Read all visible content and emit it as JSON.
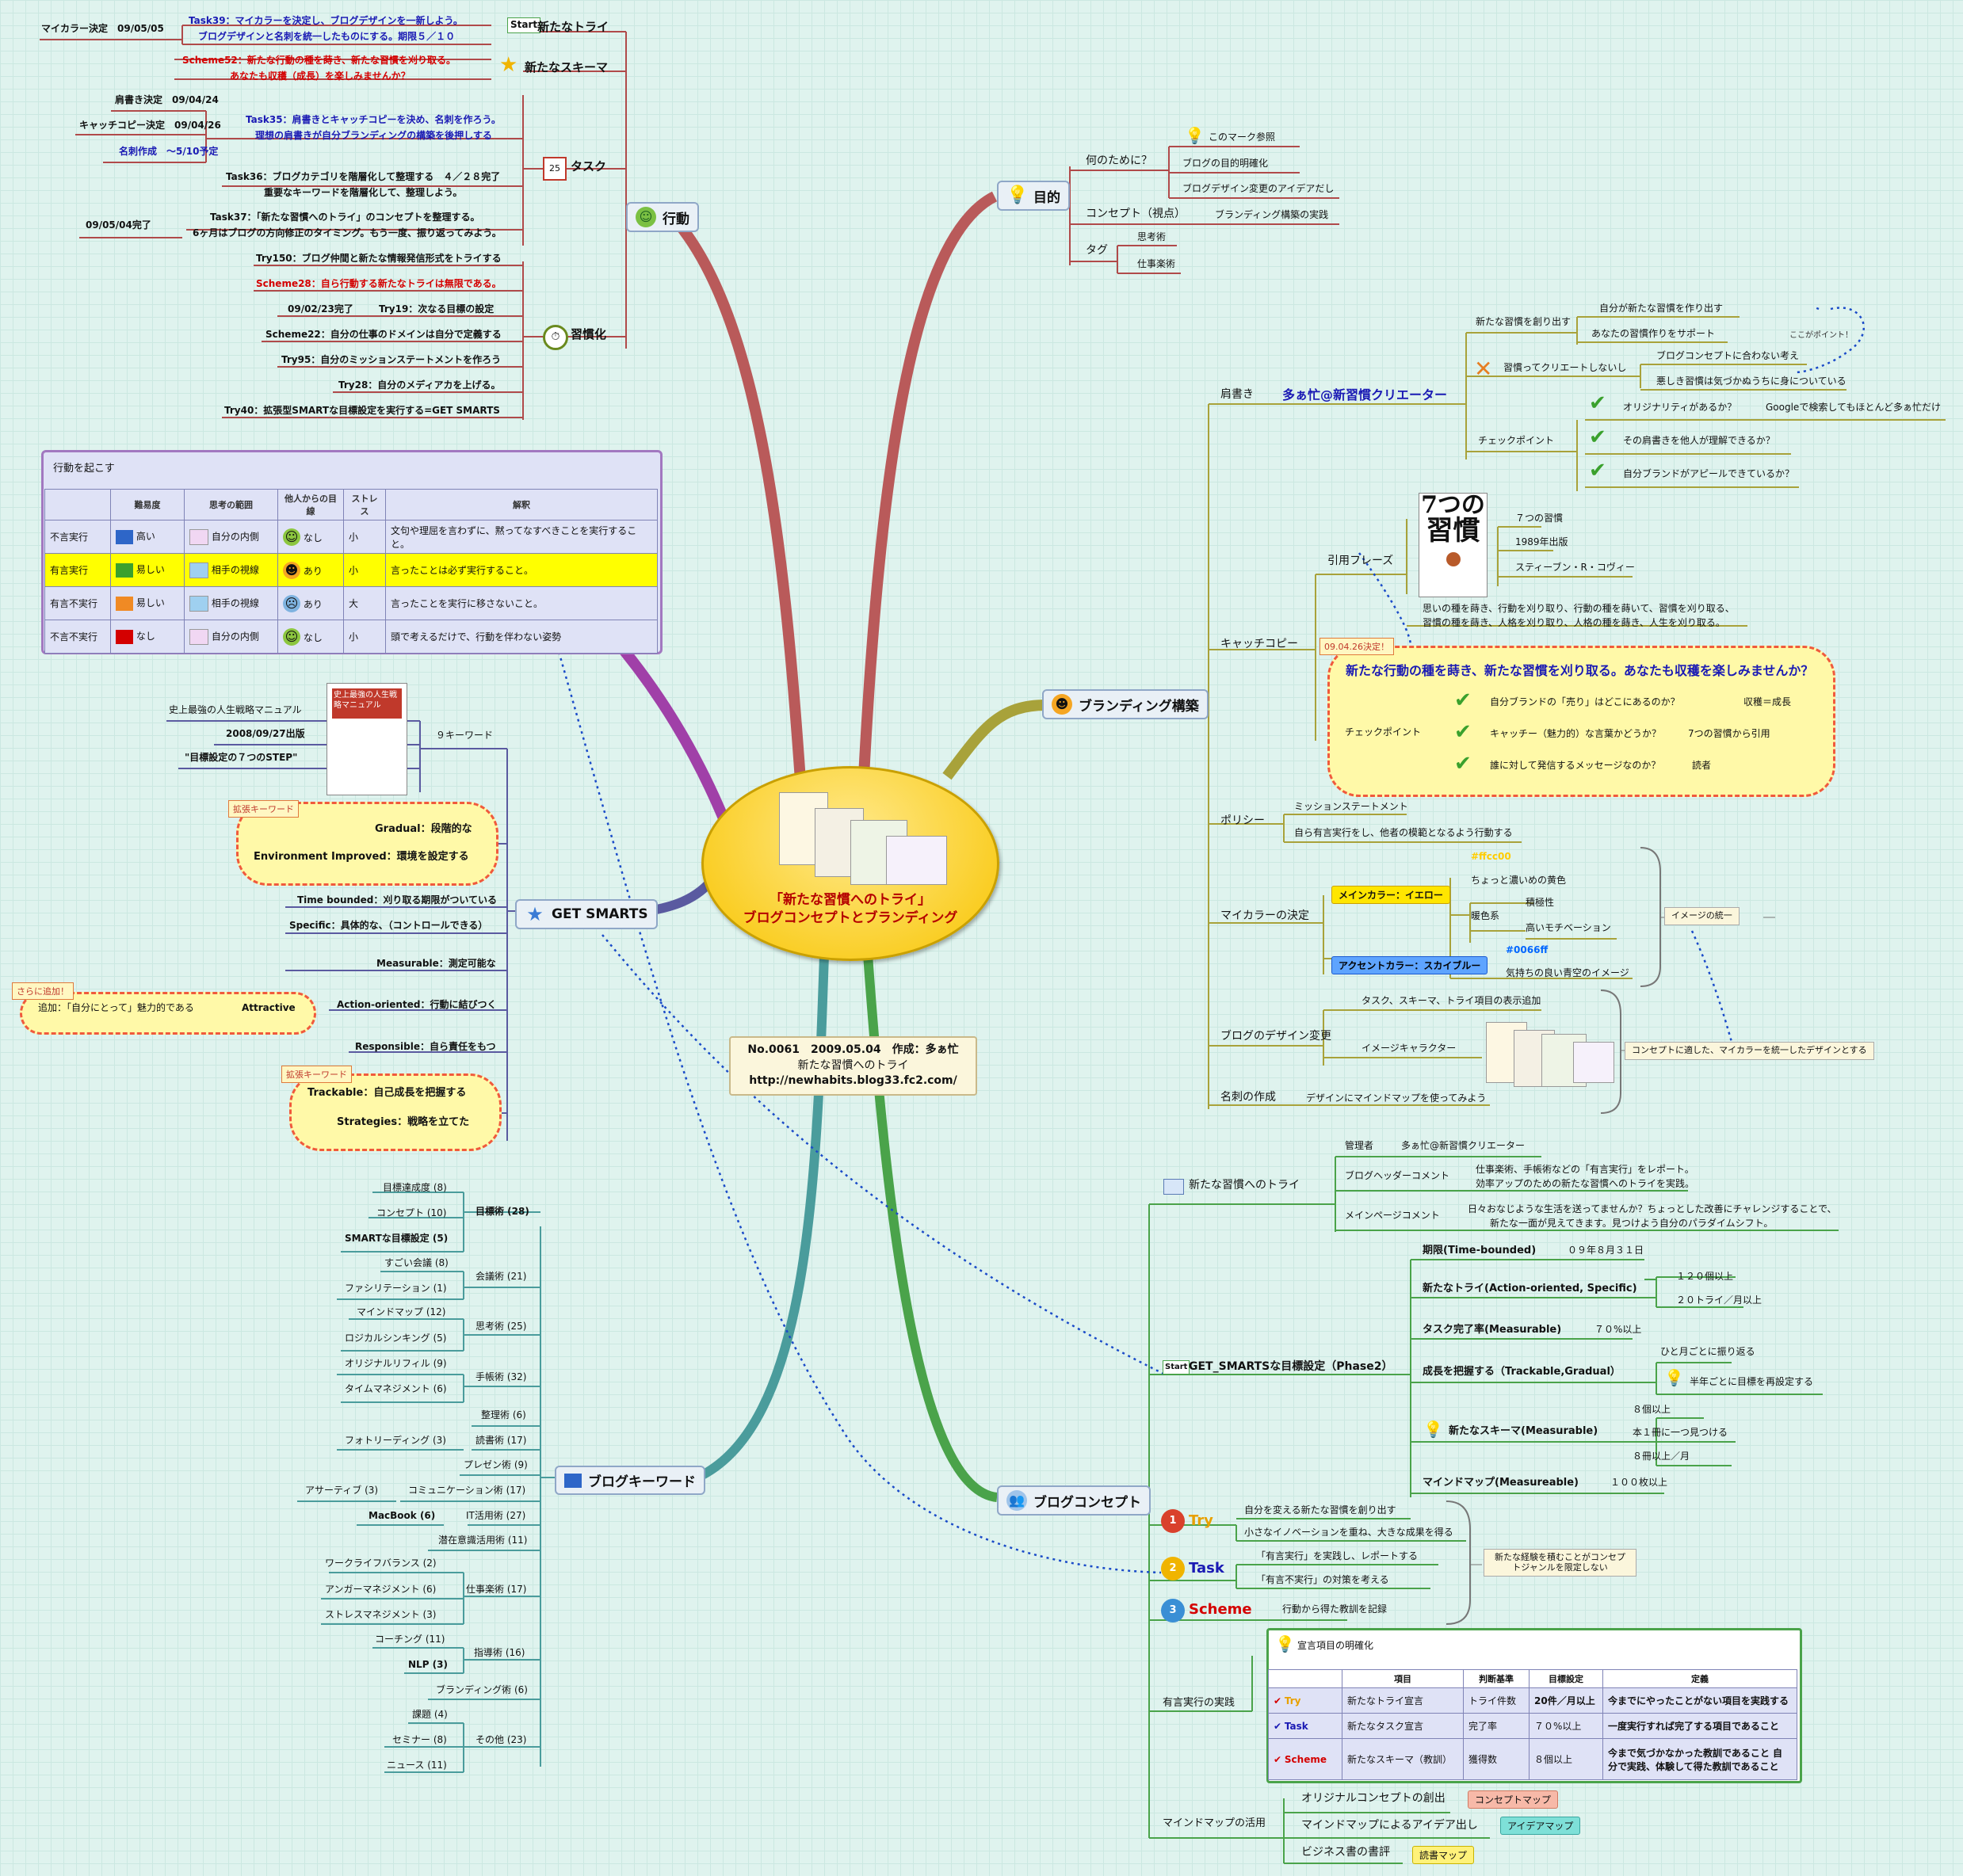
{
  "center": {
    "title_line1": "「新たな習慣へのトライ」",
    "title_line2": "ブログコンセプトとブランディング"
  },
  "info_box": {
    "line1": "No.0061　2009.05.04　作成：多ぁ忙",
    "line2": "新たな習慣へのトライ",
    "line3": "http://newhabits.blog33.fc2.com/"
  },
  "action": {
    "label": "行動",
    "new_try": {
      "label": "新たなトライ",
      "start": "Start",
      "task39_line1": "Task39：マイカラーを決定し、ブログデザインを一新しよう。",
      "task39_line2": "ブログデザインと名刺を統一したものにする。期限５／１０",
      "mycolor": "マイカラー決定　09/05/05"
    },
    "new_scheme": {
      "label": "新たなスキーマ",
      "s52_line1": "Scheme52：新たな行動の種を蒔き、新たな習慣を刈り取る。",
      "s52_line2": "あなたも収穫（成長）を楽しみませんか？"
    },
    "task": {
      "label": "タスク",
      "date1": "肩書き決定　09/04/24",
      "date2": "キャッチコピー決定　09/04/26",
      "date3": "名刺作成　～5/10予定",
      "t35_line1": "Task35：肩書きとキャッチコピーを決め、名刺を作ろう。",
      "t35_line2": "理想の肩書きが自分ブランディングの構築を後押しする",
      "t36_line1": "Task36：ブログカテゴリを階層化して整理する　４／２８完了",
      "t36_line2": "重要なキーワードを階層化して、整理しよう。",
      "t37_line1": "Task37：「新たな習慣へのトライ」のコンセプトを整理する。",
      "t37_line2": "6ヶ月はブログの方向修正のタイミング。もう一度、振り返ってみよう。",
      "t37_done": "09/05/04完了"
    },
    "habit": {
      "label": "習慣化",
      "items": [
        "Try150：ブログ仲間と新たな情報発信形式をトライする",
        "Scheme28：自ら行動する新たなトライは無限である。",
        "Try19：次なる目標の設定",
        "Scheme22：自分の仕事のドメインは自分で定義する",
        "Try95：自分のミッションステートメントを作ろう",
        "Try28：自分のメディアカを上げる。",
        "Try40：拡張型SMARTな目標設定を実行する=GET SMARTS"
      ],
      "try19_date": "09/02/23完了"
    }
  },
  "table_action": {
    "title": "行動を起こす",
    "headers": [
      "",
      "難易度",
      "思考の範囲",
      "他人からの目線",
      "ストレス",
      "解釈"
    ],
    "rows": [
      [
        "不言実行",
        "高い",
        "自分の内側",
        "なし",
        "小",
        "文句や理屈を言わずに、黙ってなすべきことを実行すること。"
      ],
      [
        "有言実行",
        "易しい",
        "相手の視線",
        "あり",
        "小",
        "言ったことは必ず実行すること。"
      ],
      [
        "有言不実行",
        "易しい",
        "相手の視線",
        "あり",
        "大",
        "言ったことを実行に移さないこと。"
      ],
      [
        "不言不実行",
        "なし",
        "自分の内側",
        "なし",
        "小",
        "頭で考えるだけで、行動を伴わない姿勢"
      ]
    ]
  },
  "purpose": {
    "label": "目的",
    "why": "何のために？",
    "why_items": [
      "このマーク参照",
      "ブログの目的明確化",
      "ブログデザイン変更のアイデアだし"
    ],
    "concept": "コンセプト（視点）",
    "concept_item": "ブランディング構築の実践",
    "tag": "タグ",
    "tag_items": [
      "思考術",
      "仕事楽術"
    ]
  },
  "branding": {
    "label": "ブランディング構築",
    "title_label": "肩書き",
    "title_value": "多ぁ忙@新習慣クリエーター",
    "create": "新たな習慣を創り出す",
    "create_items": [
      "自分が新たな習慣を作り出す",
      "あなたの習慣作りをサポート"
    ],
    "point": "ここがポイント！",
    "not_create": "習慣ってクリエートしないし",
    "not_items": [
      "ブログコンセプトに合わない考え",
      "悪しき習慣は気づかぬうちに身についている"
    ],
    "checkpoint": "チェックポイント",
    "check_items": [
      "オリジナリティがあるか？",
      "その肩書きを他人が理解できるか？",
      "自分ブランドがアピールできているか？"
    ],
    "google": "Googleで検索してもほとんど多ぁ忙だけ",
    "quote": "引用フレーズ",
    "book": [
      "７つの習慣",
      "1989年出版",
      "スティーブン・R・コヴィー"
    ],
    "book_cover_top": "7つの",
    "book_cover_main": "習慣",
    "quote_text_line1": "思いの種を蒔き、行動を刈り取り、行動の種を蒔いて、習慣を刈り取る、",
    "quote_text_line2": "習慣の種を蒔き、人格を刈り取り、人格の種を蒔き、人生を刈り取る。",
    "catch": "キャッチコピー",
    "catch_date": "09.04.26決定！",
    "catch_main": "新たな行動の種を蒔き、新たな習慣を刈り取る。あなたも収穫を楽しみませんか？",
    "catch_check": "チェックポイント",
    "catch_checks": [
      "自分ブランドの「売り」はどこにあるのか？",
      "キャッチー（魅力的）な言葉かどうか？",
      "誰に対して発信するメッセージなのか？"
    ],
    "catch_answers": [
      "収穫＝成長",
      "7つの習慣から引用",
      "読者"
    ],
    "policy": "ポリシー",
    "policy_items": [
      "ミッションステートメント",
      "自ら有言実行をし、他者の模範となるよう行動する"
    ],
    "mycolor": "マイカラーの決定",
    "main_color": "メインカラー：イエロー",
    "main_hex": "#ffcc00",
    "main_items": [
      "ちょっと濃いめの黄色",
      "暖色系",
      "積極性",
      "高いモチベーション"
    ],
    "accent_color": "アクセントカラー：スカイブルー",
    "accent_hex": "#0066ff",
    "accent_item": "気持ちの良い青空のイメージ",
    "image_unify": "イメージの統一",
    "design": "ブログのデザイン変更",
    "design_items": [
      "タスク、スキーマ、トライ項目の表示追加",
      "イメージキャラクター"
    ],
    "design_note": "コンセプトに適した、マイカラーを統一したデザインとする",
    "card": "名刺の作成",
    "card_item": "デザインにマインドマップを使ってみよう"
  },
  "getsmarts": {
    "label": "GET SMARTS",
    "keyword": "９キーワード",
    "book": [
      "史上最強の人生戦略マニュアル",
      "2008/09/27出版",
      "\"目標設定の７つのSTEP\""
    ],
    "book_cover_title": "史上最強の人生戦略マニュアル",
    "ext_tag": "拡張キーワード",
    "ext_items": [
      "Gradual：段階的な",
      "Environment Improved：環境を設定する"
    ],
    "items": [
      "Time bounded：刈り取る期限がついている",
      "Specific：具体的な、（コントロールできる）",
      "Measurable：測定可能な",
      "Action-oriented：行動に結びつく",
      "Responsible：自ら責任をもつ"
    ],
    "added_tag": "さらに追加！",
    "added": "追加：「自分にとって」魅力的である",
    "attractive": "Attractive",
    "ext2_tag": "拡張キーワード",
    "ext2_items": [
      "Trackable：自己成長を把握する",
      "Strategies：戦略を立てた"
    ]
  },
  "keywords": {
    "label": "ブログキーワード",
    "groups": [
      {
        "name": "目標術 (28)",
        "items": [
          "目標達成度 (8)",
          "コンセプト (10)",
          "SMARTな目標設定 (5)"
        ]
      },
      {
        "name": "会議術 (21)",
        "items": [
          "すごい会議 (8)",
          "ファシリテーション (1)"
        ]
      },
      {
        "name": "思考術 (25)",
        "items": [
          "マインドマップ (12)",
          "ロジカルシンキング (5)"
        ]
      },
      {
        "name": "手帳術 (32)",
        "items": [
          "オリジナルリフィル (9)",
          "タイムマネジメント (6)"
        ]
      },
      {
        "name": "読書術 (17)",
        "items": [
          "整理術 (6)",
          "フォトリーディング (3)"
        ]
      },
      {
        "name": "プレゼン術 (9)",
        "items": []
      },
      {
        "name": "コミュニケーション術 (17)",
        "items": [
          "アサーティブ (3)"
        ]
      },
      {
        "name": "IT活用術 (27)",
        "items": [
          "MacBook (6)"
        ]
      },
      {
        "name": "潜在意識活用術 (11)",
        "items": []
      },
      {
        "name": "仕事楽術 (17)",
        "items": [
          "ワークライフバランス (2)",
          "アンガーマネジメント (6)",
          "ストレスマネジメント (3)"
        ]
      },
      {
        "name": "指導術 (16)",
        "items": [
          "コーチング (11)",
          "NLP (3)"
        ]
      },
      {
        "name": "ブランディング術 (6)",
        "items": []
      },
      {
        "name": "その他 (23)",
        "items": [
          "課題 (4)",
          "セミナー (8)",
          "ニュース (11)"
        ]
      }
    ]
  },
  "concept": {
    "label": "ブログコンセプト",
    "blog": "新たな習慣へのトライ",
    "manager": "管理者",
    "manager_value": "多ぁ忙@新習慣クリエーター",
    "header_comment": "ブログヘッダーコメント",
    "header_line1": "仕事楽術、手帳術などの「有言実行」をレポート。",
    "header_line2": "効率アップのための新たな習慣へのトライを実践。",
    "main_comment": "メインページコメント",
    "main_line1": "日々おなじような生活を送ってませんか？ちょっとした改善にチャレンジすることで、",
    "main_line2": "新たな一面が見えてきます。見つけよう自分のパラダイムシフト。",
    "goal": "GET_SMARTSな目標設定（Phase2）",
    "goal_start": "Start",
    "deadline": "期限(Time-bounded)",
    "deadline_value": "０９年８月３１日",
    "newtry": "新たなトライ(Action-oriented, Specific)",
    "newtry_items": [
      "１２０個以上",
      "２０トライ／月以上"
    ],
    "taskrate": "タスク完了率(Measurable)",
    "taskrate_value": "７０%以上",
    "growth": "成長を把握する（Trackable,Gradual）",
    "growth_items": [
      "ひと月ごとに振り返る",
      "半年ごとに目標を再設定する"
    ],
    "scheme": "新たなスキーマ(Measurable)",
    "scheme_items": [
      "８個以上",
      "本１冊に一つ見つける",
      "８冊以上／月"
    ],
    "mindmap": "マインドマップ(Measureable)",
    "mindmap_value": "１００枚以上",
    "try_label": "Try",
    "try_items": [
      "自分を変える新たな習慣を創り出す",
      "小さなイノベーションを重ね、大きな成果を得る"
    ],
    "task_label": "Task",
    "task_items": [
      "「有言実行」を実践し、レポートする",
      "「有言不実行」の対策を考える"
    ],
    "scheme_label": "Scheme",
    "scheme_item": "行動から得た教訓を記録",
    "bracket_note": "新たな経験を積むことがコンセプトジャンルを限定しない",
    "practice": "有言実行の実践",
    "declare": "宣言項目の明確化",
    "table_headers": [
      "",
      "項目",
      "判断基準",
      "目標設定",
      "定義"
    ],
    "table_rows": [
      [
        "Try",
        "新たなトライ宣言",
        "トライ件数",
        "20件／月以上",
        "今までにやったことがない項目を実践する"
      ],
      [
        "Task",
        "新たなタスク宣言",
        "完了率",
        "７０%以上",
        "一度実行すれば完了する項目であること"
      ],
      [
        "Scheme",
        "新たなスキーマ（教訓）",
        "獲得数",
        "８個以上",
        "今まで気づかなかった教訓であること 自分で実践、体験して得た教訓であること"
      ]
    ],
    "mm_use": "マインドマップの活用",
    "mm_items": [
      "オリジナルコンセプトの創出",
      "マインドマップによるアイデア出し",
      "ビジネス書の書評"
    ],
    "mm_tags": [
      "コンセプトマップ",
      "アイデアマップ",
      "読書マップ"
    ]
  },
  "colors": {
    "action_branch": "#b04a4a",
    "purpose_branch": "#b04a4a",
    "branding_branch": "#a8a23a",
    "getsmarts_branch": "#5a5aa0",
    "keyword_branch": "#4a9c9c",
    "concept_branch": "#4aa34a",
    "table_branch": "#a040a8",
    "main_yellow": "#ffcc00",
    "accent_blue": "#0066ff"
  }
}
